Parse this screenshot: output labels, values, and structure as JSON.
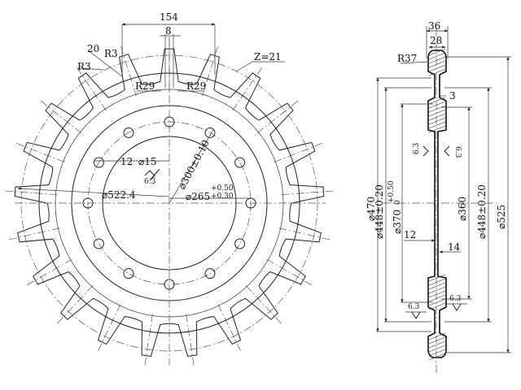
{
  "front_view": {
    "dim_tip_width": "154",
    "dim_slot_width": "8",
    "dim_20": "20",
    "dim_r3_top": "R3",
    "dim_r3_left": "R3",
    "dim_r29_left": "R29",
    "dim_r29_right": "R29",
    "teeth_count_label": "Z=21",
    "teeth_count": 21,
    "dim_12": "12",
    "dim_hole_dia": "⌀15",
    "dim_pcd": "⌀300±0.10",
    "dim_outer_dia": "⌀522.4",
    "dim_bore": "⌀265",
    "dim_bore_tol_upper": "+0.50",
    "dim_bore_tol_lower": "+0.30",
    "roughness_front": "6.3",
    "bolt_holes": 12
  },
  "side_view": {
    "dim_36": "36",
    "dim_28": "28",
    "dim_r37": "R37",
    "dim_3": "3",
    "roughness_left": "6.3",
    "roughness_right": "6.3",
    "roughness_bottom_left": "6.3",
    "roughness_bottom_right": "6.3",
    "dim_470": "⌀470",
    "dim_448_left": "⌀448±0.20",
    "dim_370": "⌀370",
    "dim_370_tol": "+0.50",
    "dim_370_tol_lower": "0",
    "dim_360": "⌀360",
    "dim_448_right": "⌀448±0.20",
    "dim_525": "⌀525",
    "dim_12": "12",
    "dim_14": "14"
  }
}
